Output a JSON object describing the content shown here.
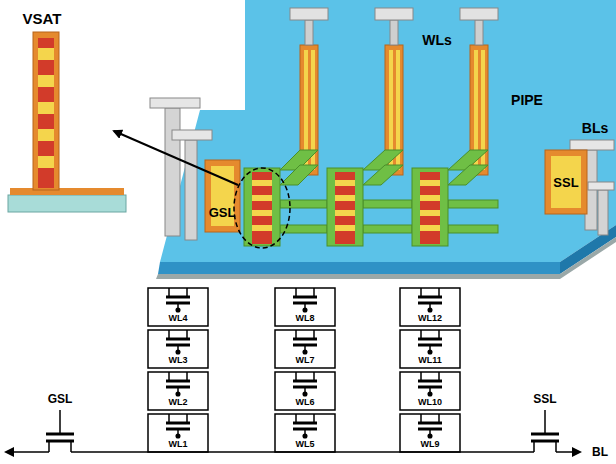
{
  "diagram": {
    "labels": [
      "VSAT",
      "WLs",
      "PIPE",
      "BLs",
      "GSL",
      "SSL",
      "WL4",
      "WL8",
      "WL12",
      "WL3",
      "WL7",
      "WL11",
      "WL2",
      "WL6",
      "WL10",
      "GSL",
      "SSL",
      "WL1",
      "WL5",
      "WL9",
      "BL"
    ]
  }
}
